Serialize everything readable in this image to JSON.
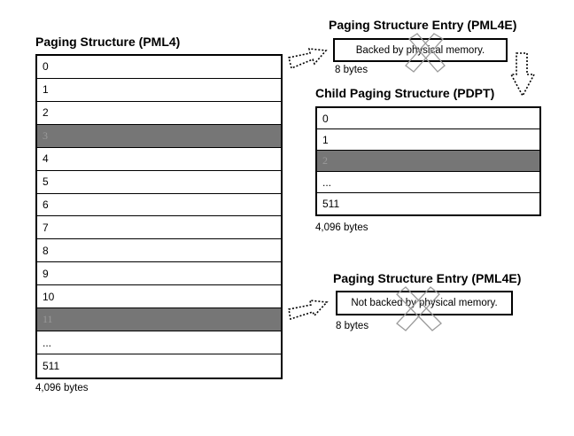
{
  "pml4": {
    "title": "Paging Structure (PML4)",
    "rows": [
      {
        "label": "0",
        "highlighted": false
      },
      {
        "label": "1",
        "highlighted": false
      },
      {
        "label": "2",
        "highlighted": false
      },
      {
        "label": "3",
        "highlighted": true
      },
      {
        "label": "4",
        "highlighted": false
      },
      {
        "label": "5",
        "highlighted": false
      },
      {
        "label": "6",
        "highlighted": false
      },
      {
        "label": "7",
        "highlighted": false
      },
      {
        "label": "8",
        "highlighted": false
      },
      {
        "label": "9",
        "highlighted": false
      },
      {
        "label": "10",
        "highlighted": false
      },
      {
        "label": "11",
        "highlighted": true
      },
      {
        "label": "...",
        "highlighted": false
      },
      {
        "label": "511",
        "highlighted": false
      }
    ],
    "size_label": "4,096 bytes"
  },
  "entry_top": {
    "title": "Paging Structure Entry (PML4E)",
    "text": "Backed by physical memory.",
    "size_label": "8 bytes"
  },
  "pdpt": {
    "title": "Child Paging Structure (PDPT)",
    "rows": [
      {
        "label": "0",
        "highlighted": false
      },
      {
        "label": "1",
        "highlighted": false
      },
      {
        "label": "2",
        "highlighted": true
      },
      {
        "label": "...",
        "highlighted": false
      },
      {
        "label": "511",
        "highlighted": false
      }
    ],
    "size_label": "4,096 bytes"
  },
  "entry_bottom": {
    "title": "Paging Structure Entry (PML4E)",
    "text": "Not backed by physical memory.",
    "size_label": "8 bytes"
  },
  "colors": {
    "highlight": "#767676",
    "border": "#000000",
    "cross": "#9a9a9a"
  }
}
